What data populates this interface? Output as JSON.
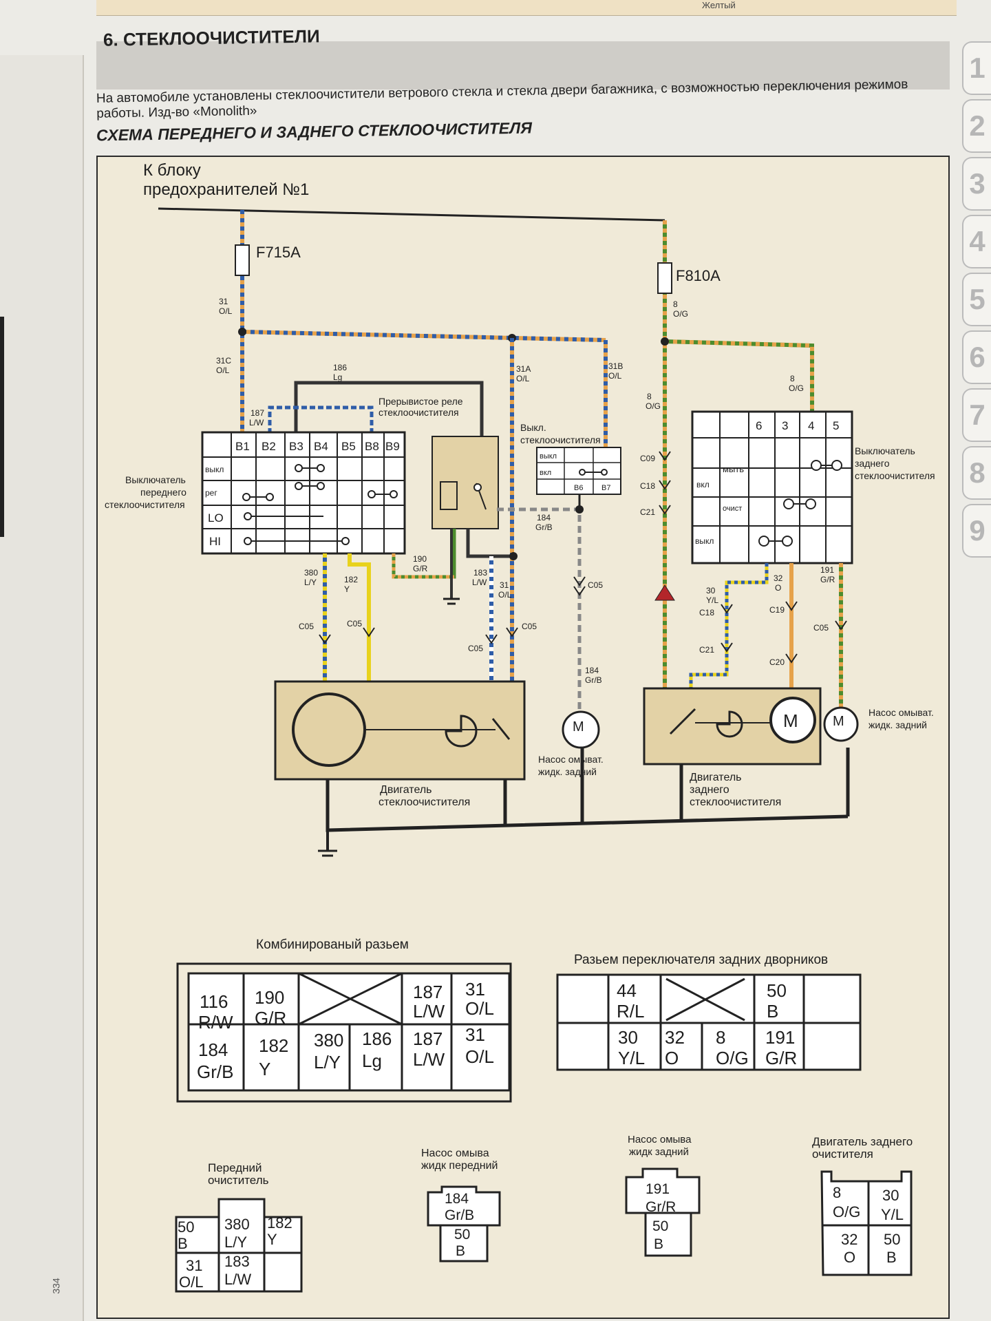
{
  "header": {
    "top_strip_text": "Желтый",
    "section_number": "6.",
    "section_title": "СТЕКЛООЧИСТИТЕЛИ",
    "intro_text": "На автомобиле установлены стеклоочистители ветрового стекла и стекла двери багажника, с возможностью переключения режимов работы. Изд-во «Monolith»",
    "scheme_title": "СХЕМА ПЕРЕДНЕГО И ЗАДНЕГО СТЕКЛООЧИСТИТЕЛЯ",
    "page_number": "334"
  },
  "side_tabs": [
    "1",
    "2",
    "3",
    "4",
    "5",
    "6",
    "7",
    "8",
    "9"
  ],
  "colors": {
    "orange_wire": "#e6a24a",
    "blue_wire": "#2f5da8",
    "yellow_wire": "#e8d21c",
    "green_wire": "#4d8c2e",
    "component_fill": "#e3d2a6",
    "frame_bg": "#f0ead8"
  },
  "diagram": {
    "source_label_1": "К блоку",
    "source_label_2": "предохранителей №1",
    "fuse_front": "F715A",
    "fuse_rear": "F810A",
    "front_switch_label": [
      "Выключатель",
      "переднего",
      "стеклоочистителя"
    ],
    "front_switch_cols": [
      "B1",
      "B2",
      "B3",
      "B4",
      "B5",
      "B8",
      "B9"
    ],
    "front_switch_rows": [
      "выкл",
      "рег",
      "LO",
      "HI"
    ],
    "relay_label": [
      "Прерывистое реле",
      "стеклоочистителя"
    ],
    "washer_switch_label": [
      "Выкл.",
      "стеклоочистителя"
    ],
    "washer_switch_rows": [
      "выкл",
      "вкл"
    ],
    "washer_switch_pins": [
      "B6",
      "B7"
    ],
    "rear_switch_label": [
      "Выключатель",
      "заднего",
      "стеклоочистителя"
    ],
    "rear_switch_cols": [
      "6",
      "3",
      "4",
      "5"
    ],
    "rear_switch_rows": [
      "вкл",
      "мыть",
      "очист",
      "выкл"
    ],
    "front_motor_label": [
      "Двигатель",
      "стеклоочистителя"
    ],
    "rear_motor_label": [
      "Двигатель",
      "заднего",
      "стеклоочистителя"
    ],
    "front_pump_label": [
      "Насос омыват.",
      "жидк. задний"
    ],
    "rear_pump_label": [
      "Насос омыват.",
      "жидк. задний"
    ],
    "motor_symbol": "M",
    "wire_labels": [
      {
        "num": "31",
        "code": "O/L"
      },
      {
        "num": "31C",
        "code": "O/L"
      },
      {
        "num": "186",
        "code": "Lg"
      },
      {
        "num": "187",
        "code": "L/W"
      },
      {
        "num": "31A",
        "code": "O/L"
      },
      {
        "num": "31B",
        "code": "O/L"
      },
      {
        "num": "8",
        "code": "O/G"
      },
      {
        "num": "184",
        "code": "Gr/B"
      },
      {
        "num": "190",
        "code": "G/R"
      },
      {
        "num": "380",
        "code": "L/Y"
      },
      {
        "num": "182",
        "code": "Y"
      },
      {
        "num": "183",
        "code": "L/W"
      },
      {
        "num": "30",
        "code": "Y/L"
      },
      {
        "num": "32",
        "code": "O"
      },
      {
        "num": "191",
        "code": "G/R"
      }
    ],
    "connector_codes": [
      "C05",
      "C09",
      "C18",
      "C21",
      "C19",
      "C20"
    ]
  },
  "connectors": {
    "combined_title": "Комбинированый разьем",
    "combined_top": [
      {
        "num": "116",
        "code": "R/W"
      },
      {
        "num": "190",
        "code": "G/R"
      },
      {
        "num": "",
        "code": ""
      },
      {
        "num": "187",
        "code": "L/W"
      },
      {
        "num": "31",
        "code": "O/L"
      }
    ],
    "combined_bottom": [
      {
        "num": "184",
        "code": "Gr/B"
      },
      {
        "num": "182",
        "code": "Y"
      },
      {
        "num": "380",
        "code": "L/Y"
      },
      {
        "num": "186",
        "code": "Lg"
      },
      {
        "num": "187",
        "code": "L/W"
      },
      {
        "num": "31",
        "code": "O/L"
      }
    ],
    "rear_switch_conn_title": "Разьем переключателя задних дворников",
    "rear_top": [
      {
        "num": "44",
        "code": "R/L"
      },
      {
        "num": "50",
        "code": "B"
      }
    ],
    "rear_bottom": [
      {
        "num": "30",
        "code": "Y/L"
      },
      {
        "num": "32",
        "code": "O"
      },
      {
        "num": "8",
        "code": "O/G"
      },
      {
        "num": "191",
        "code": "G/R"
      }
    ],
    "front_wiper_title": [
      "Передний",
      "очиститель"
    ],
    "front_wiper": [
      {
        "num": "50",
        "code": "B"
      },
      {
        "num": "380",
        "code": "L/Y"
      },
      {
        "num": "182",
        "code": "Y"
      },
      {
        "num": "31",
        "code": "O/L"
      },
      {
        "num": "183",
        "code": "L/W"
      }
    ],
    "front_pump_title": [
      "Насос омыва",
      "жидк передний"
    ],
    "front_pump": [
      {
        "num": "184",
        "code": "Gr/B"
      },
      {
        "num": "50",
        "code": "B"
      }
    ],
    "rear_pump_title": [
      "Насос омыва",
      "жидк задний"
    ],
    "rear_pump": [
      {
        "num": "191",
        "code": "Gr/R"
      },
      {
        "num": "50",
        "code": "B"
      }
    ],
    "rear_motor_title": [
      "Двигатель заднего",
      "очистителя"
    ],
    "rear_motor": [
      {
        "num": "8",
        "code": "O/G"
      },
      {
        "num": "30",
        "code": "Y/L"
      },
      {
        "num": "32",
        "code": "O"
      },
      {
        "num": "50",
        "code": "B"
      }
    ]
  }
}
